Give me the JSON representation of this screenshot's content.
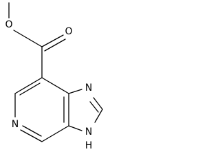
{
  "molecule": {
    "atoms": {
      "ester_oxygen": "O",
      "carbonyl_oxygen": "O",
      "pyridine_nitrogen": "N",
      "imidazole_nitrogen": "N",
      "imidazole_nh": "N",
      "nh_hydrogen": "H"
    }
  }
}
